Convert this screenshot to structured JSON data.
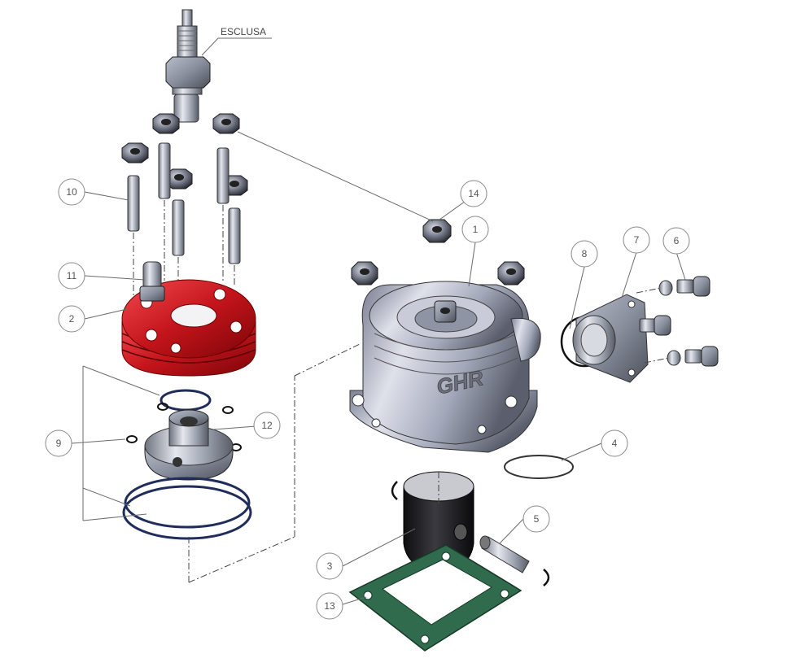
{
  "label_text": "ESCLUSA",
  "callouts": [
    {
      "id": "1",
      "text": "1"
    },
    {
      "id": "2",
      "text": "2"
    },
    {
      "id": "3",
      "text": "3"
    },
    {
      "id": "4",
      "text": "4"
    },
    {
      "id": "5",
      "text": "5"
    },
    {
      "id": "6",
      "text": "6"
    },
    {
      "id": "7",
      "text": "7"
    },
    {
      "id": "8",
      "text": "8"
    },
    {
      "id": "9",
      "text": "9"
    },
    {
      "id": "10",
      "text": "10"
    },
    {
      "id": "11",
      "text": "11"
    },
    {
      "id": "12",
      "text": "12"
    },
    {
      "id": "13",
      "text": "13"
    },
    {
      "id": "14",
      "text": "14"
    }
  ],
  "head_logo": "GHR",
  "colors": {
    "head_red": "#c4141b",
    "gasket_green": "#2f6b4c",
    "oring_blue": "#1f2d5a",
    "steel": "#9da3b4",
    "piston_black": "#1a1a1a"
  }
}
